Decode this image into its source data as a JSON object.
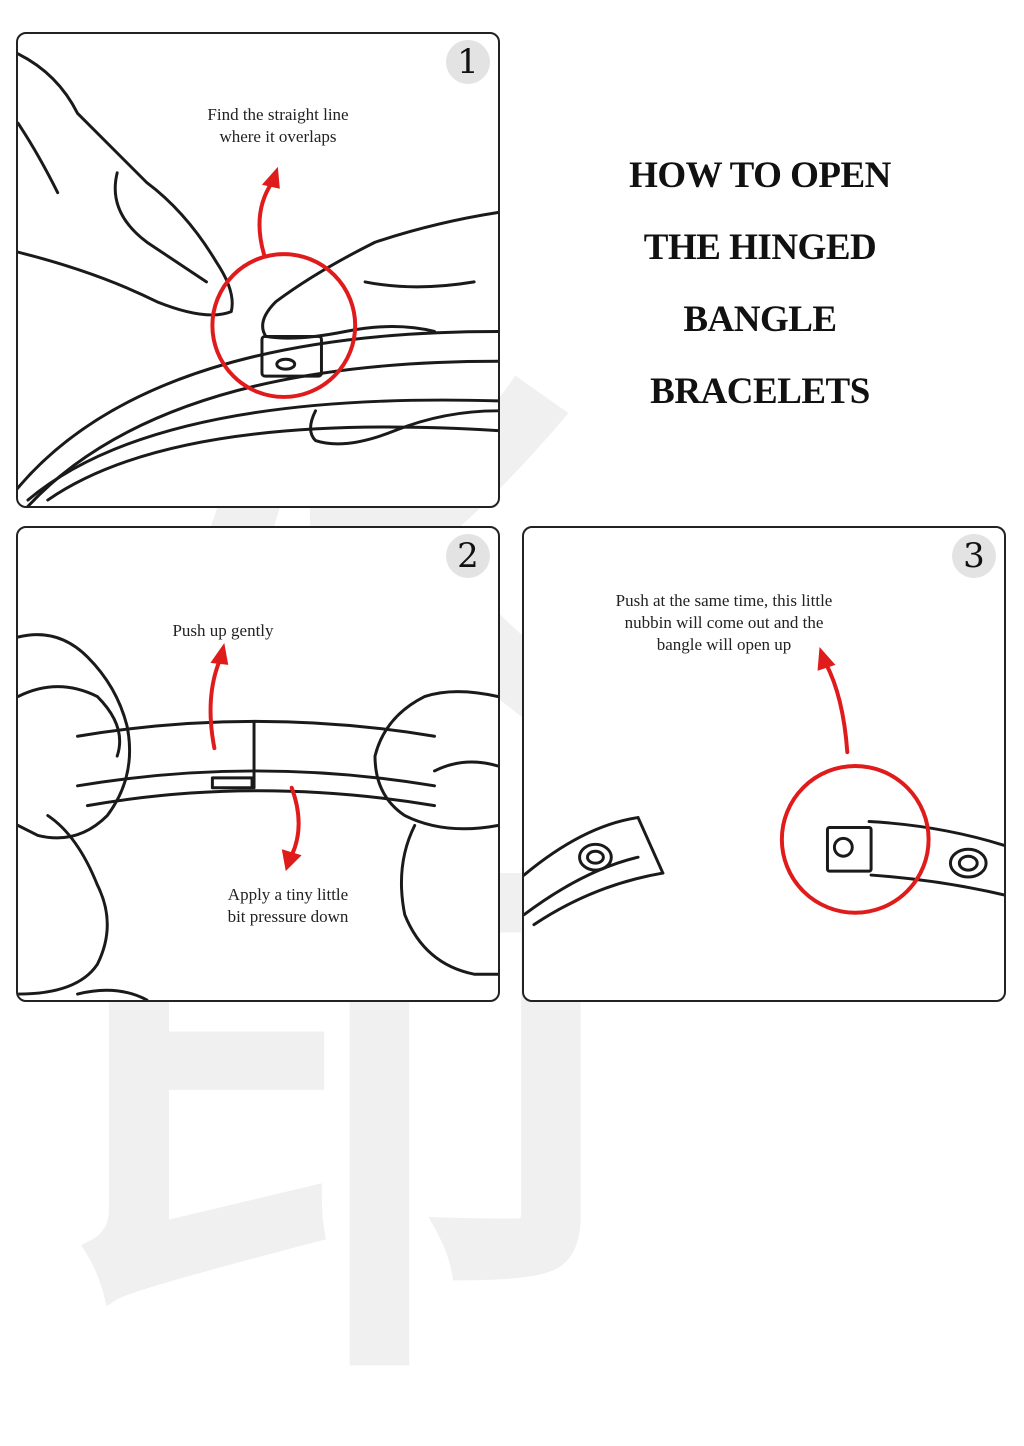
{
  "title": {
    "lines": [
      "HOW TO OPEN",
      "THE HINGED",
      "BANGLE",
      "BRACELETS"
    ]
  },
  "steps": [
    {
      "number": "1",
      "caption": "Find the straight line\nwhere it overlaps"
    },
    {
      "number": "2",
      "caption_top": "Push up gently",
      "caption_bottom": "Apply a tiny little\nbit pressure down"
    },
    {
      "number": "3",
      "caption": "Push at the same time, this little\nnubbin will come out and the\nbangle will open up"
    }
  ],
  "colors": {
    "accent": "#e01b1b",
    "line": "#1a1a1a",
    "badge": "#e3e3e3"
  },
  "icons": [
    "red-arrow-icon",
    "highlight-circle-icon"
  ]
}
